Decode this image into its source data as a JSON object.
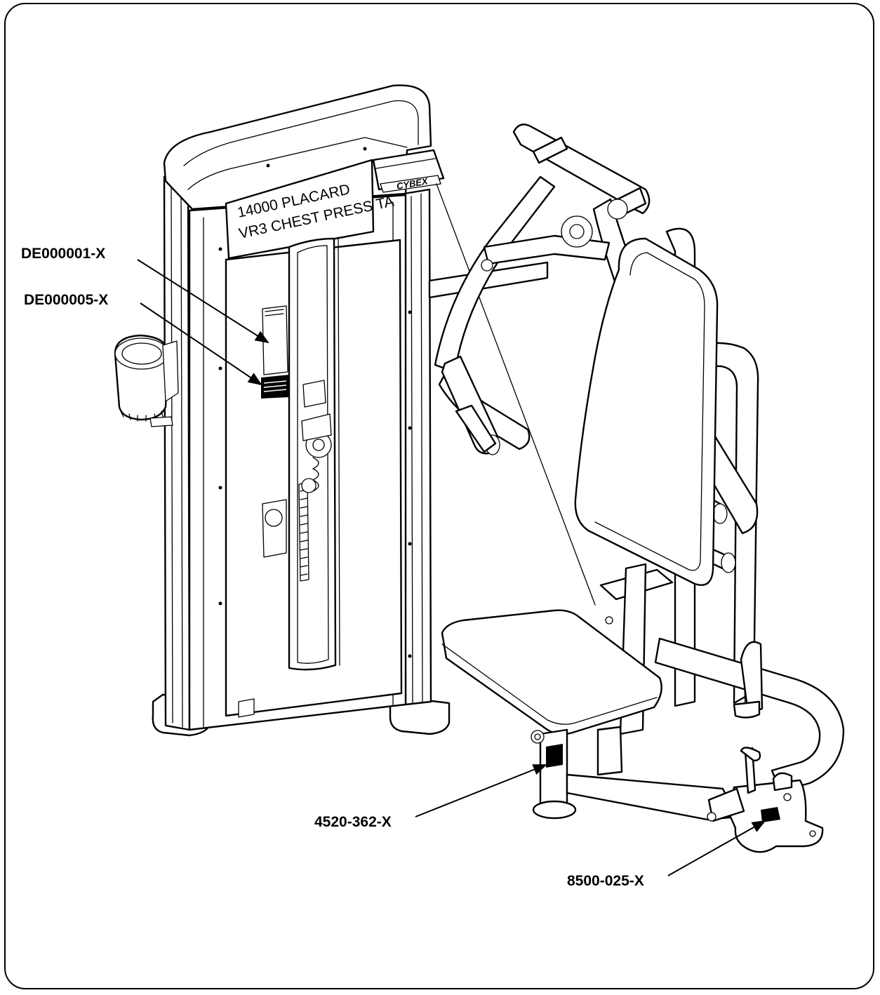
{
  "diagram": {
    "placard_line1": "14000 PLACARD",
    "placard_line2": "VR3 CHEST PRESS TA",
    "brand_logo": "CYBEX",
    "callouts": [
      {
        "id": "c1",
        "label": "DE000001-X"
      },
      {
        "id": "c2",
        "label": "DE000005-X"
      },
      {
        "id": "c3",
        "label": "4520-362-X"
      },
      {
        "id": "c4",
        "label": "8500-025-X"
      }
    ]
  }
}
